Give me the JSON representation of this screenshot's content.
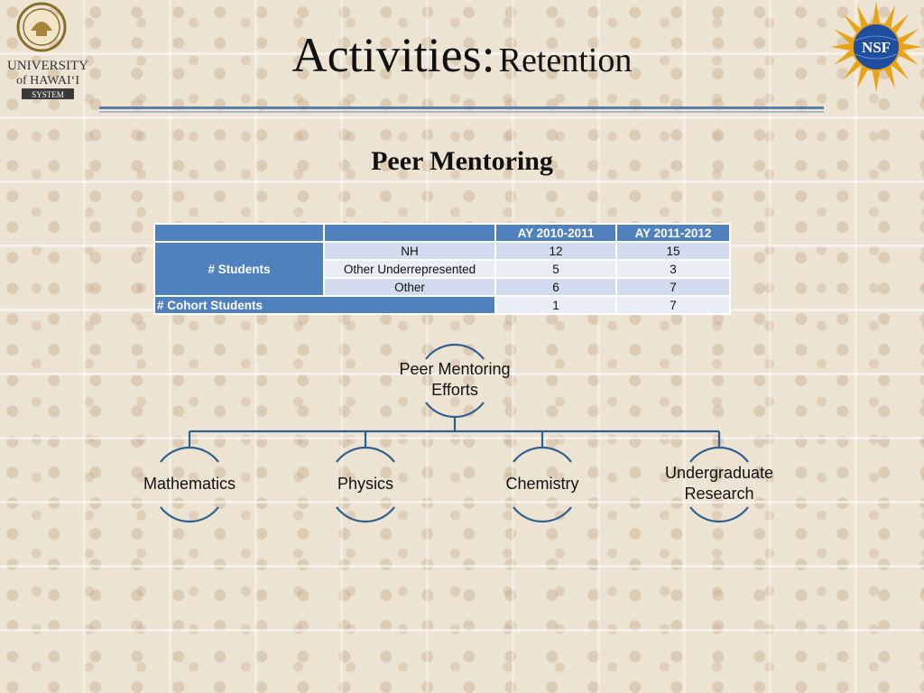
{
  "title": {
    "main": "Activities:",
    "sub": "Retention"
  },
  "subtitle": "Peer Mentoring",
  "logos": {
    "left": {
      "line1": "UNIVERSITY",
      "line2": "of HAWAI‘I",
      "line3": "SYSTEM"
    },
    "right": {
      "text": "NSF"
    }
  },
  "table": {
    "headers": [
      "",
      "",
      "AY 2010-2011",
      "AY 2011-2012"
    ],
    "group_label": "# Students",
    "rows": [
      {
        "label": "NH",
        "ay1": "12",
        "ay2": "15"
      },
      {
        "label": "Other Underrepresented",
        "ay1": "5",
        "ay2": "3"
      },
      {
        "label": "Other",
        "ay1": "6",
        "ay2": "7"
      }
    ],
    "cohort": {
      "label": "# Cohort Students",
      "ay1": "1",
      "ay2": "7"
    }
  },
  "tree": {
    "root": {
      "line1": "Peer Mentoring",
      "line2": "Efforts"
    },
    "children": [
      {
        "line1": "Mathematics",
        "line2": ""
      },
      {
        "line1": "Physics",
        "line2": ""
      },
      {
        "line1": "Chemistry",
        "line2": ""
      },
      {
        "line1": "Undergraduate",
        "line2": "Research"
      }
    ]
  },
  "colors": {
    "accent": "#4f81bd",
    "line": "#2f5f8f",
    "nsf_blue": "#1f4e9e",
    "nsf_gold": "#e8a317"
  }
}
